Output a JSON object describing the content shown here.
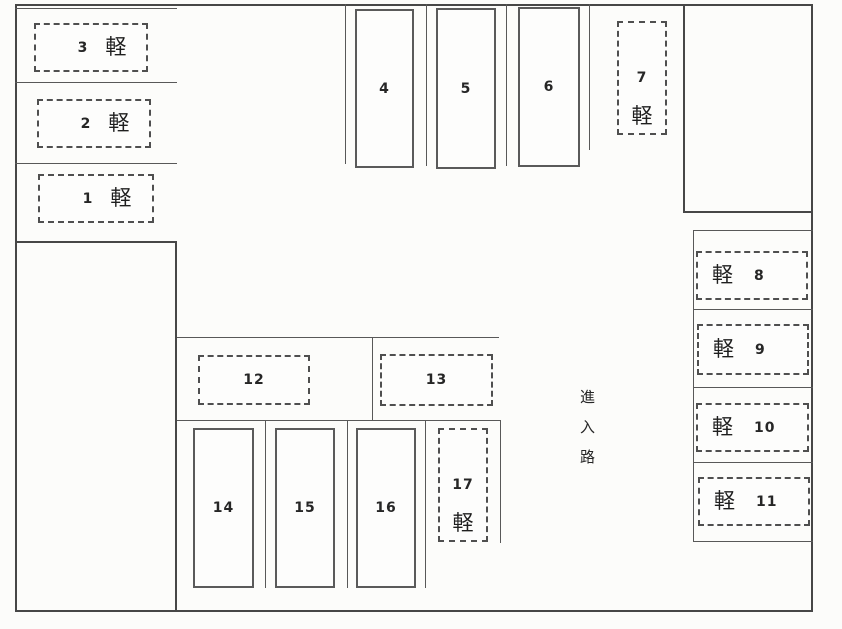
{
  "diagram": {
    "type": "parking-lot-layout",
    "kei_meaning": "light vehicle stall marker",
    "line_color": "#4a4a4a",
    "background": "#fcfcfa"
  },
  "road": {
    "label": "進入路",
    "chars": [
      "進",
      "入",
      "路"
    ]
  },
  "spaces": [
    {
      "number": "1",
      "kei": "軽",
      "border": "dashed",
      "orientation": "horizontal"
    },
    {
      "number": "2",
      "kei": "軽",
      "border": "dashed",
      "orientation": "horizontal"
    },
    {
      "number": "3",
      "kei": "軽",
      "border": "dashed",
      "orientation": "horizontal"
    },
    {
      "number": "4",
      "border": "solid",
      "orientation": "vertical"
    },
    {
      "number": "5",
      "border": "solid",
      "orientation": "vertical"
    },
    {
      "number": "6",
      "border": "solid",
      "orientation": "vertical"
    },
    {
      "number": "7",
      "kei": "軽",
      "border": "dashed",
      "orientation": "vertical"
    },
    {
      "number": "8",
      "kei": "軽",
      "border": "dashed",
      "orientation": "horizontal"
    },
    {
      "number": "9",
      "kei": "軽",
      "border": "dashed",
      "orientation": "horizontal"
    },
    {
      "number": "10",
      "kei": "軽",
      "border": "dashed",
      "orientation": "horizontal"
    },
    {
      "number": "11",
      "kei": "軽",
      "border": "dashed",
      "orientation": "horizontal"
    },
    {
      "number": "12",
      "border": "dashed",
      "orientation": "horizontal"
    },
    {
      "number": "13",
      "border": "dashed",
      "orientation": "horizontal"
    },
    {
      "number": "14",
      "border": "solid",
      "orientation": "vertical"
    },
    {
      "number": "15",
      "border": "solid",
      "orientation": "vertical"
    },
    {
      "number": "16",
      "border": "solid",
      "orientation": "vertical"
    },
    {
      "number": "17",
      "kei": "軽",
      "border": "dashed",
      "orientation": "vertical"
    }
  ]
}
